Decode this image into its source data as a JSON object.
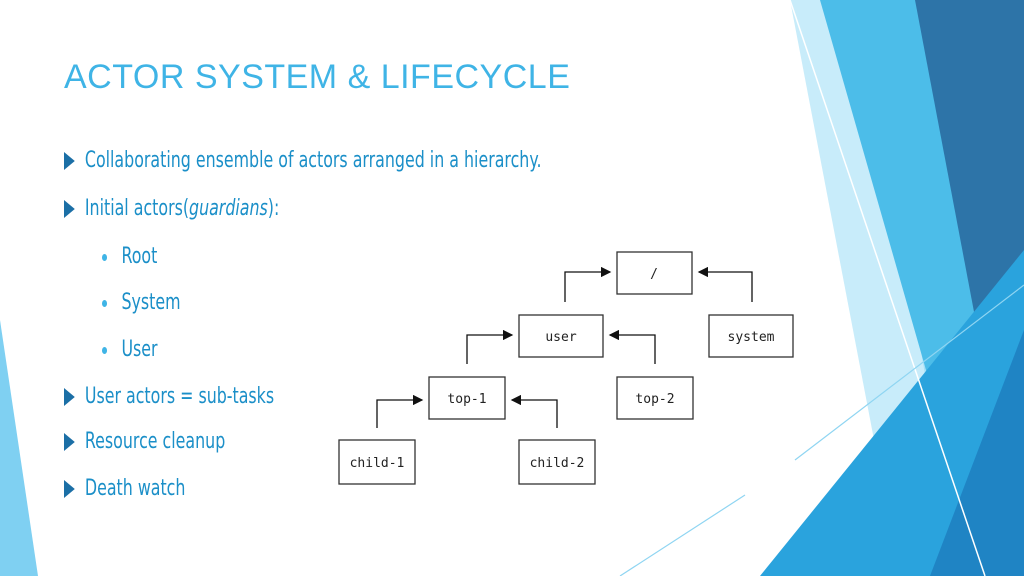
{
  "slide": {
    "title": "ACTOR SYSTEM & LIFECYCLE",
    "bullets": [
      "Collaborating ensemble of actors arranged in a hierarchy.",
      {
        "prefix": "Initial actors(",
        "italic": "guardians",
        "suffix": "):"
      },
      "User actors = sub-tasks",
      "Resource cleanup",
      "Death watch"
    ],
    "sub_bullets": [
      "Root",
      "System",
      "User"
    ]
  },
  "diagram": {
    "nodes": {
      "root": "/",
      "user": "user",
      "system": "system",
      "top1": "top-1",
      "top2": "top-2",
      "child1": "child-1",
      "child2": "child-2"
    }
  },
  "colors": {
    "title": "#3fb4e6",
    "text": "#1b8fc8",
    "bullet_arrow": "#1b6fa6",
    "deco_dark": "#1e6ea3",
    "deco_mid": "#2d9fd9",
    "deco_light": "#7fd0f2"
  }
}
